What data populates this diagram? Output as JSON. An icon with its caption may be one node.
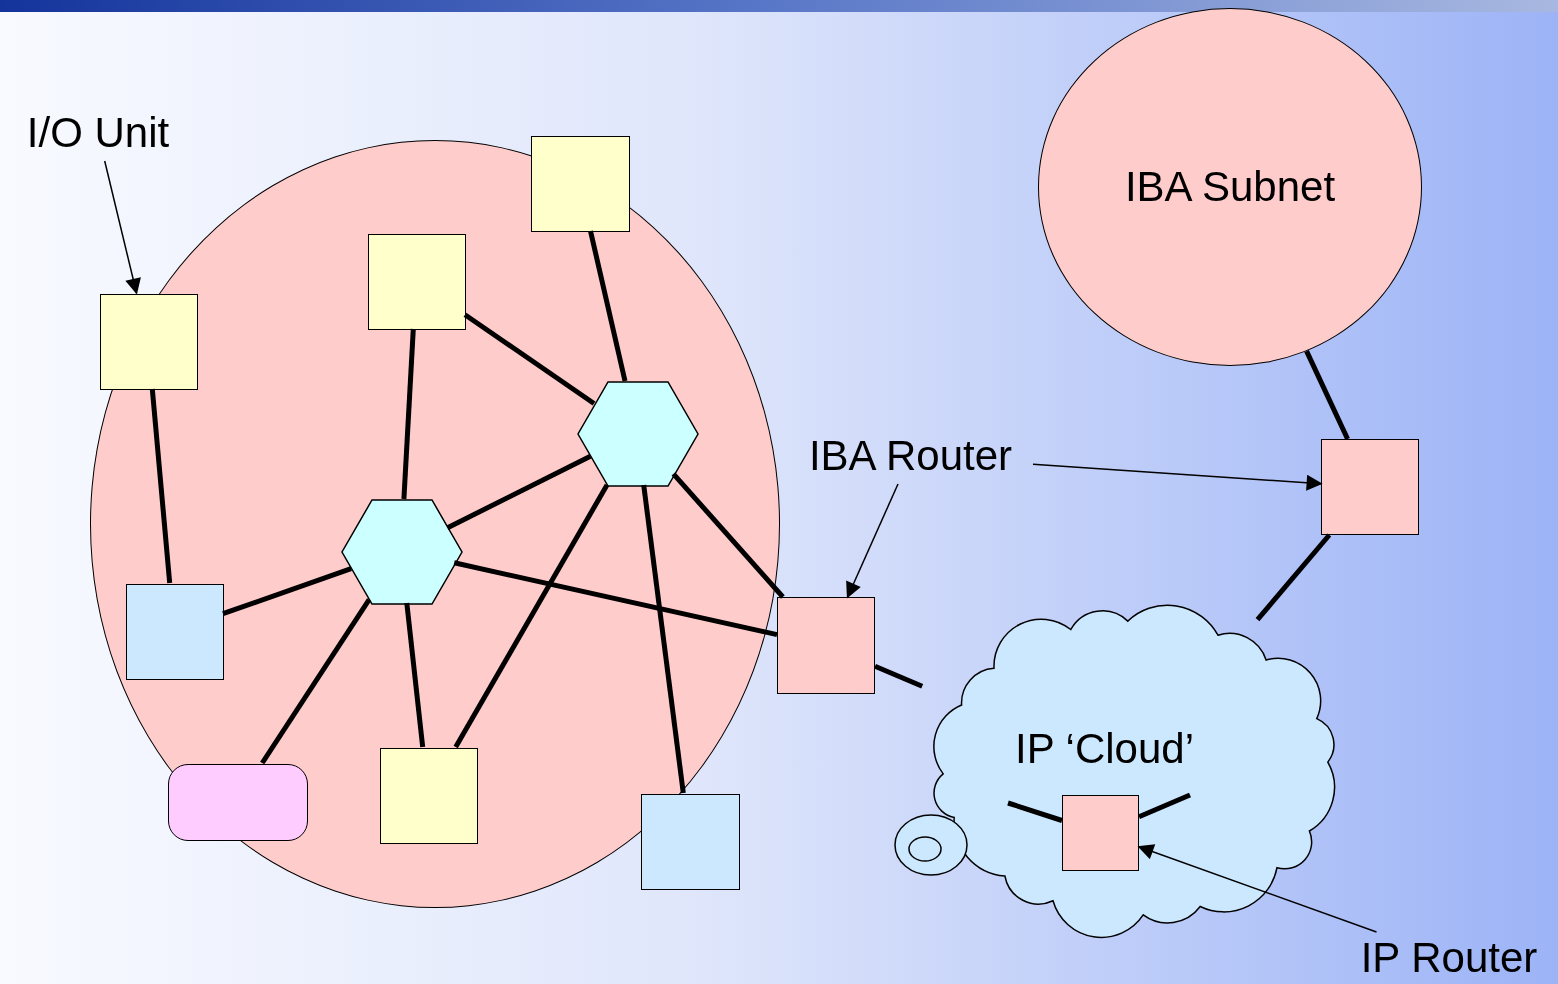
{
  "diagram": {
    "nodes": [
      {
        "text": [
          "I/O Unit"
        ]
      },
      {
        "text": [],
        "shape": "circle"
      },
      {
        "text": [],
        "shape": "box",
        "in": 1
      },
      {
        "text": [
          "IBA Subnet"
        ]
      },
      {
        "text": [],
        "shape": "box",
        "in": 1
      },
      {
        "text": [],
        "shape": "box",
        "in": 1
      },
      {
        "text": [],
        "shape": "hexagon",
        "in": 1
      },
      {
        "text": [
          "IBA Router"
        ]
      },
      {
        "text": [],
        "shape": "box"
      },
      {
        "text": [],
        "shape": "hexagon",
        "in": 1
      },
      {
        "text": [],
        "shape": "box",
        "in": 1
      },
      {
        "text": [],
        "shape": "box"
      },
      {
        "text": [
          "IP ‘Cloud’"
        ]
      },
      {
        "text": [],
        "shape": "box",
        "in": 1
      },
      {
        "text": [],
        "shape": "box",
        "in": 1
      },
      {
        "text": [],
        "shape": "box",
        "in": 12
      },
      {
        "text": [],
        "shape": "box",
        "in": 1
      },
      {
        "text": [
          "IP Router"
        ]
      }
    ],
    "edges": [
      {
        "from": 0,
        "to": 5,
        "arrow": "to"
      },
      {
        "from": 5,
        "to": 10,
        "arrow": "none"
      },
      {
        "from": 2,
        "to": 6,
        "arrow": "none"
      },
      {
        "from": 4,
        "to": 6,
        "arrow": "none"
      },
      {
        "from": 4,
        "to": 9,
        "arrow": "none"
      },
      {
        "from": 6,
        "to": 9,
        "arrow": "none"
      },
      {
        "from": 9,
        "to": 10,
        "arrow": "none"
      },
      {
        "from": 9,
        "to": 13,
        "arrow": "none"
      },
      {
        "from": 9,
        "to": 14,
        "arrow": "none"
      },
      {
        "from": 9,
        "to": 11,
        "arrow": "none"
      },
      {
        "from": 6,
        "to": 14,
        "arrow": "none"
      },
      {
        "from": 6,
        "to": 16,
        "arrow": "none"
      },
      {
        "from": 6,
        "to": 11,
        "arrow": "none"
      },
      {
        "from": 11,
        "to": 12,
        "arrow": "none"
      },
      {
        "from": 12,
        "to": 8,
        "arrow": "none"
      },
      {
        "from": 3,
        "to": 8,
        "arrow": "none"
      },
      {
        "from": 15,
        "to": null,
        "arrow": "none"
      },
      {
        "from": 15,
        "to": null,
        "arrow": "none"
      },
      {
        "from": 7,
        "to": 11,
        "arrow": "to"
      },
      {
        "from": 7,
        "to": 8,
        "arrow": "to"
      },
      {
        "from": 17,
        "to": 15,
        "arrow": "to"
      }
    ]
  }
}
